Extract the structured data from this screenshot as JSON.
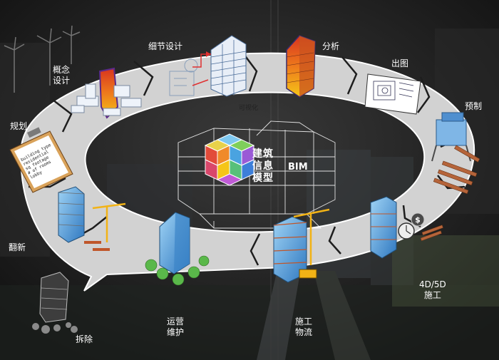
{
  "stages": {
    "concept": [
      "概念",
      "设计"
    ],
    "detail_design": "细节设计",
    "analysis": "分析",
    "drawings": "出图",
    "prefab": "预制",
    "planning": "规划",
    "renovation": "翻新",
    "demolition": "拆除",
    "operation": [
      "运营",
      "维护"
    ],
    "construction_logistics": [
      "施工",
      "物流"
    ],
    "construction_4d5d": [
      "4D/5D",
      "施工"
    ]
  },
  "visualization": "可视化",
  "center": {
    "title_cn": [
      "建筑",
      "信息",
      "模型"
    ],
    "title_en": "BIM"
  },
  "clipboard_lines": [
    "building type",
    "residential",
    "sq footage",
    "# of rooms",
    "lobby"
  ],
  "colors": {
    "ring": "#d2d2d2",
    "background": "#161616",
    "heat_red": "#d8341f",
    "heat_yellow": "#f5c518",
    "glass_blue": "#5aa8e0",
    "crane_yellow": "#f2b316",
    "timber": "#b5643a"
  }
}
